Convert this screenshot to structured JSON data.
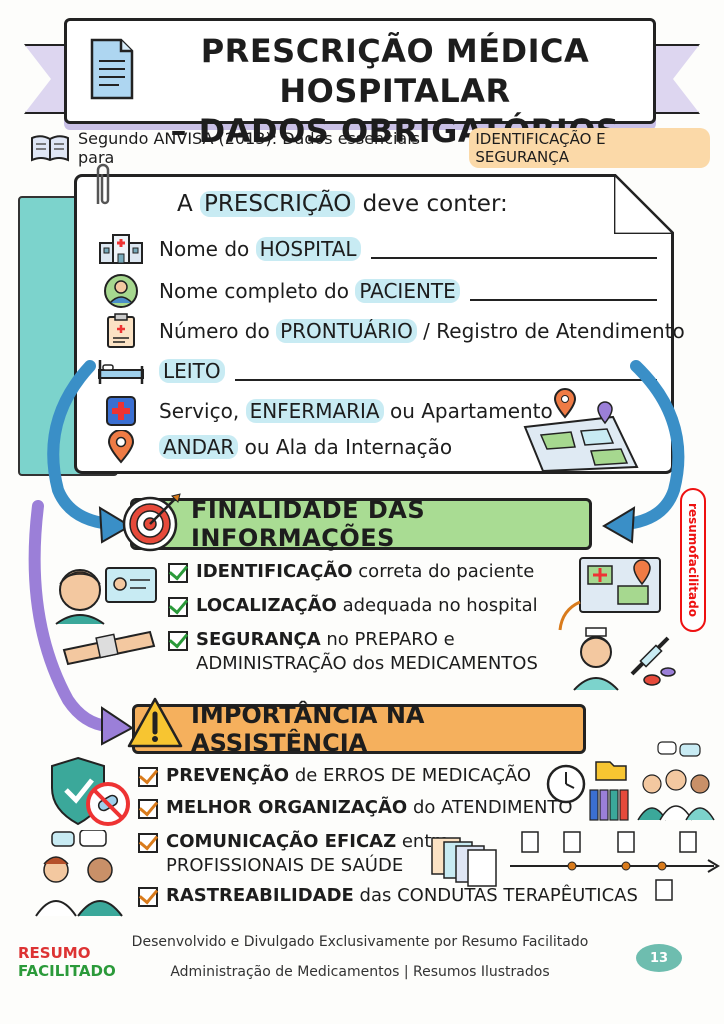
{
  "header": {
    "title_line1": "PRESCRIÇÃO MÉDICA HOSPITALAR",
    "title_line2": "– DADOS OBRIGATÓRIOS"
  },
  "subtitle": {
    "text": "Segundo ANVISA (2013): Dados essenciais para",
    "highlight": "IDENTIFICAÇÃO E SEGURANÇA"
  },
  "card": {
    "heading_prefix": "A",
    "heading_highlight": "PRESCRIÇÃO",
    "heading_suffix": "deve conter:",
    "rows": [
      {
        "pre": "Nome do ",
        "hl": "HOSPITAL",
        "post": "",
        "icon": "hospital-icon"
      },
      {
        "pre": "Nome completo do ",
        "hl": "PACIENTE",
        "post": "",
        "icon": "patient-icon"
      },
      {
        "pre": "Número do ",
        "hl": "PRONTUÁRIO",
        "post": " / Registro de Atendimento",
        "icon": "clipboard-icon"
      },
      {
        "pre": "",
        "hl": "LEITO",
        "post": "",
        "icon": "bed-icon"
      },
      {
        "pre": "Serviço, ",
        "hl": "ENFERMARIA",
        "post": " ou Apartamento",
        "icon": "medical-cross-icon"
      },
      {
        "pre": "",
        "hl": "ANDAR",
        "post": " ou Ala da Internação",
        "icon": "map-pin-icon"
      }
    ]
  },
  "finalidade": {
    "heading": "FINALIDADE DAS INFORMAÇÕES",
    "items": [
      {
        "b": "IDENTIFICAÇÃO",
        "t": " correta do paciente"
      },
      {
        "b": "LOCALIZAÇÃO",
        "t": " adequada no hospital"
      },
      {
        "b": "SEGURANÇA",
        "t": " no PREPARO e",
        "line2": "ADMINISTRAÇÃO dos MEDICAMENTOS"
      }
    ]
  },
  "importancia": {
    "heading": "IMPORTÂNCIA NA ASSISTÊNCIA",
    "items": [
      {
        "b": "PREVENÇÃO",
        "t": " de ERROS DE MEDICAÇÃO"
      },
      {
        "b": "MELHOR ORGANIZAÇÃO",
        "t": " do ATENDIMENTO"
      },
      {
        "b": "COMUNICAÇÃO EFICAZ",
        "t": " entre",
        "line2": "PROFISSIONAIS DE SAÚDE"
      },
      {
        "b": "RASTREABILIDADE",
        "t": " das CONDUTAS TERAPÊUTICAS"
      }
    ]
  },
  "side_tag": "resumofacilitado",
  "footer": {
    "logo_line1": "RESUMO",
    "logo_line2": "FACILITADO",
    "line1": "Desenvolvido e Divulgado Exclusivamente por Resumo Facilitado",
    "line2": "Administração de Medicamentos | Resumos Ilustrados",
    "page": "13"
  },
  "colors": {
    "teal": "#7cd3cc",
    "green_banner": "#a9dc93",
    "orange_banner": "#f5b05d",
    "blue_highlight": "#c8ebf3",
    "orange_highlight": "#fbd9a8",
    "purple_arrow": "#9b7fd8",
    "blue_arrow": "#3a8fc7"
  }
}
